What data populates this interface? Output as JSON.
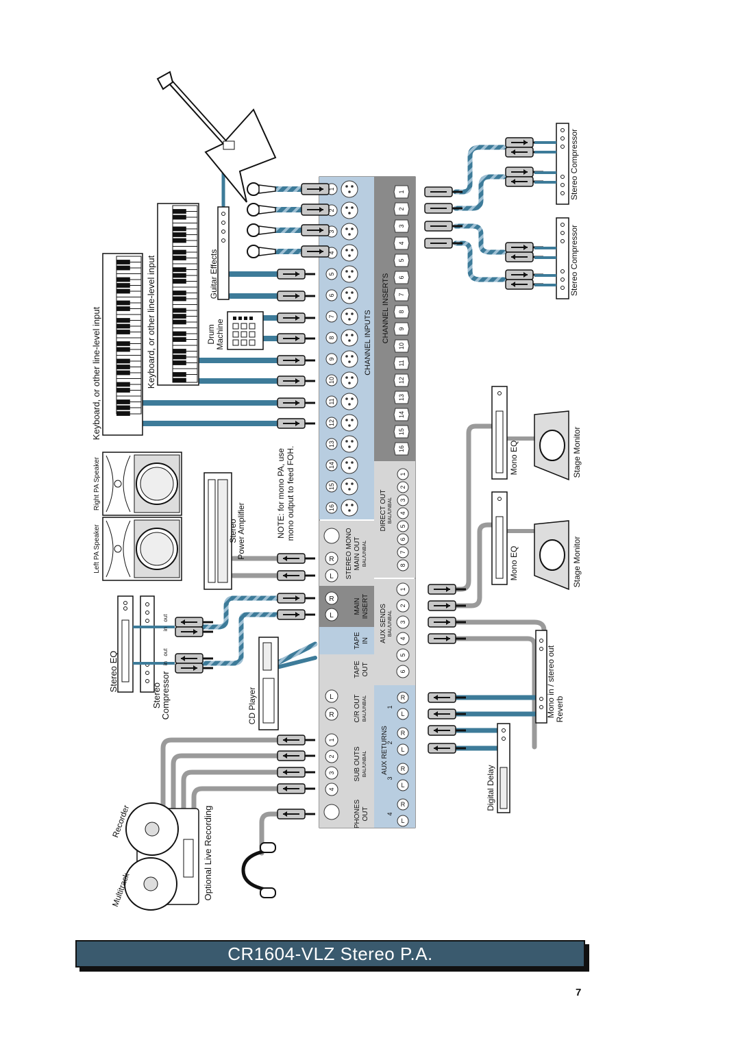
{
  "title": "CR1604-VLZ Stereo P.A.",
  "page_number": "7",
  "colors": {
    "cable_blue": "#3d7b99",
    "cable_gray": "#9a9a9a",
    "panel_light": "#b8cde0",
    "panel_gray": "#bdbdbd",
    "panel_dark": "#8a8a8a",
    "banner": "#3a5a6e"
  },
  "mixer": {
    "sections": {
      "channel_inputs": "CHANNEL INPUTS",
      "channel_inserts": "CHANNEL INSERTS",
      "stereo_mono": "STEREO MONO",
      "main_out": "MAIN OUT",
      "main_out_sub": "BAL/UNBAL",
      "direct_out": "DIRECT OUT",
      "direct_out_sub": "BAL/UNBAL",
      "main": "MAIN",
      "insert": "INSERT",
      "aux_sends": "AUX SENDS",
      "aux_sends_sub": "BAL/UNBAL",
      "tape": "TAPE",
      "tape_in": "IN",
      "tape_out": "OUT",
      "cr_out": "C/R OUT",
      "cr_out_sub": "BAL/UNBAL",
      "aux_returns": "AUX RETURNS",
      "sub_outs": "SUB OUTS",
      "sub_outs_sub": "BAL/UNBAL",
      "phones": "PHONES",
      "phones_out": "OUT"
    },
    "channel_numbers": [
      "1",
      "2",
      "3",
      "4",
      "5",
      "6",
      "7",
      "8",
      "9",
      "10",
      "11",
      "12",
      "13",
      "14",
      "15",
      "16"
    ],
    "insert_numbers": [
      "1",
      "2",
      "3",
      "4",
      "5",
      "6",
      "7",
      "8",
      "9",
      "10",
      "11",
      "12",
      "13",
      "14",
      "15",
      "16"
    ],
    "direct_numbers": [
      "1",
      "2",
      "3",
      "4",
      "5",
      "6",
      "7",
      "8"
    ],
    "aux_send_numbers": [
      "1",
      "2",
      "3",
      "4",
      "5",
      "6"
    ],
    "sub_out_numbers": [
      "1",
      "2",
      "3",
      "4"
    ],
    "aux_return_numbers": [
      "1",
      "2",
      "3",
      "4"
    ],
    "left": "L",
    "right": "R"
  },
  "devices": {
    "keyboard1": "Keyboard, or other line-level input",
    "keyboard2": "Keyboard, or other line-level input",
    "guitar_effects": "Guitar Effects",
    "drum_machine_1": "Drum",
    "drum_machine_2": "Machine",
    "right_pa": "Right PA Speaker",
    "left_pa": "Left PA Speaker",
    "power_amp_1": "Stereo",
    "power_amp_2": "Power Amplifier",
    "note_1": "NOTE: for mono PA, use",
    "note_2": "mono output to feed FOH.",
    "stereo_eq": "Stereo EQ",
    "stereo_comp_1": "Stereo",
    "stereo_comp_2": "Compressor",
    "comp_in": "in",
    "comp_out": "out",
    "cd_player": "CD Player",
    "multitrack_1": "Multitrack",
    "multitrack_2": "Recorder",
    "live_recording": "Optional Live Recording",
    "stereo_compressor_top": "Stereo Compressor",
    "stereo_compressor_mid": "Stereo Compressor",
    "mono_eq_1": "Mono EQ",
    "mono_eq_2": "Mono EQ",
    "stage_monitor_1": "Stage Monitor",
    "stage_monitor_2": "Stage Monitor",
    "reverb_1": "Mono in / stereo out",
    "reverb_2": "Reverb",
    "digital_delay": "Digital Delay"
  }
}
